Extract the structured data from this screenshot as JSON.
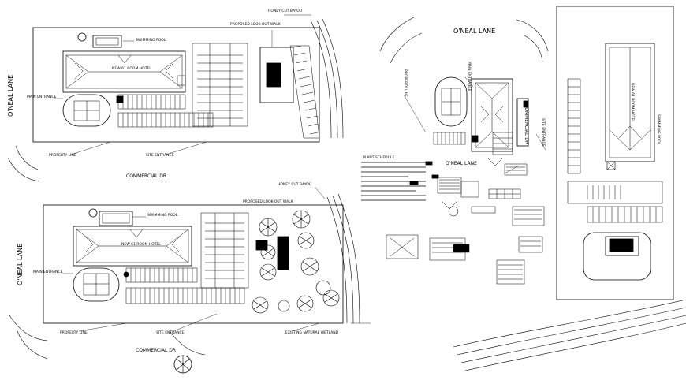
{
  "plans": {
    "top_left": {
      "honey_cut_bayou": "HONEY CUT BAYOU",
      "swimming_pool": "SWIMMING POOL",
      "proposed_walk": "PROPOSED LOOK-OUT WALK",
      "hotel": "NEW 61 ROOM HOTEL",
      "main_entrance": "MAIN ENTRANCE",
      "property_line": "PROPERTY LINE",
      "site_entrance": "SITE ENTRANCE",
      "oneal_lane": "O'NEAL LANE",
      "commercial_dr": "COMMERCIAL DR"
    },
    "bottom_left": {
      "honey_cut_bayou": "HONEY CUT BAYOU",
      "swimming_pool": "SWIMMING POOL",
      "proposed_walk": "PROPOSED LOOK-OUT WALK",
      "hotel": "NEW 61 ROOM HOTEL",
      "main_entrance": "MAIN ENTRANCE",
      "property_line": "PROPERTY LINE",
      "site_entrance": "SITE ENTRANCE",
      "oneal_lane": "O'NEAL LANE",
      "commercial_dr": "COMMERCIAL DR",
      "existing_wetland": "EXISTING NATURAL WETLAND"
    },
    "middle": {
      "oneal_lane": "O'NEAL LANE",
      "property_line": "PROPERTY LINE",
      "main_entrance": "MAIN ENTRANCE",
      "commercial_dr": "COMMERCIAL DR",
      "site_entrance": "SITE ENTRANCE",
      "oneal_lane_small": "O'NEAL LANE",
      "legend_title": "PLANT SCHEDULE"
    },
    "right": {
      "hotel": "NEW 61 ROOM HOTEL",
      "swimming_pool": "SWIMMING POOL"
    }
  }
}
